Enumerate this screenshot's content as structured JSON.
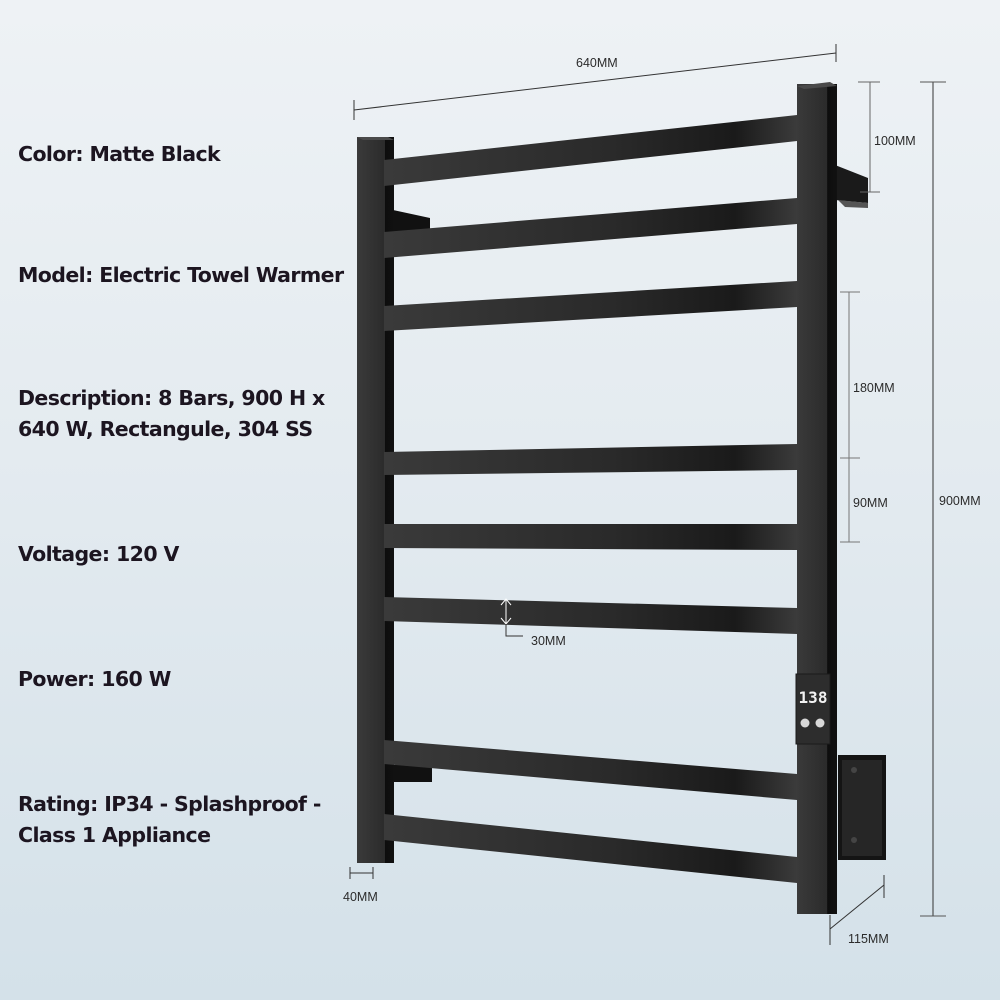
{
  "specs": {
    "color": "Color: Matte Black",
    "model": "Model: Electric Towel Warmer",
    "description_line1": "Description: 8 Bars, 900 H x",
    "description_line2": "640 W, Rectangule, 304 SS",
    "voltage": "Voltage: 120 V",
    "power": "Power: 160 W",
    "rating_line1": "Rating: IP34 - Splashproof -",
    "rating_line2": "Class 1 Appliance"
  },
  "dimensions": {
    "width": "640MM",
    "top_offset": "100MM",
    "bar_gap_large": "180MM",
    "bar_gap_small": "90MM",
    "height": "900MM",
    "bar_height": "30MM",
    "post_width": "40MM",
    "depth": "115MM"
  },
  "control_panel": {
    "display_value": "138",
    "buttons": [
      "timer-button",
      "power-button"
    ]
  },
  "colors": {
    "product": "#1f1f1f",
    "bar": "#2e2e2e",
    "text": "#1c1520",
    "background": "#e4ebf0"
  }
}
